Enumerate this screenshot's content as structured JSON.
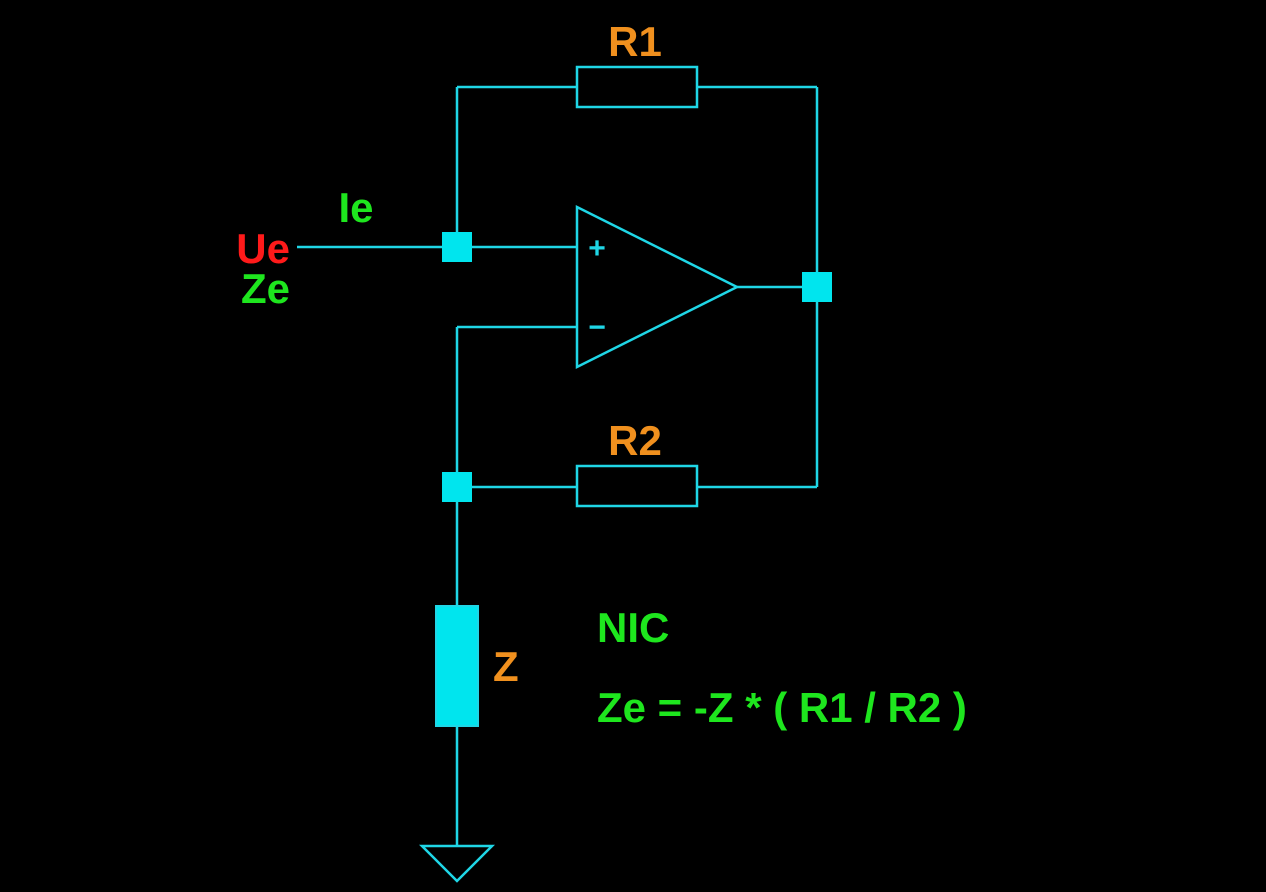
{
  "colors": {
    "background": "#000000",
    "wire": "#1fd6e6",
    "node": "#00e5ee",
    "component_label": "#f0901e",
    "signal_label_red": "#ff1a1a",
    "signal_label_green": "#1ee61e"
  },
  "labels": {
    "r1": "R1",
    "r2": "R2",
    "z": "Z",
    "ie": "Ie",
    "ue": "Ue",
    "ze": "Ze",
    "plus": "+",
    "minus": "−",
    "title": "NIC",
    "formula": "Ze = -Z * ( R1 / R2 )"
  },
  "icons": {
    "opamp": "opamp-triangle",
    "resistor": "resistor-rectangle",
    "ground": "ground-triangle",
    "junction": "junction-square"
  }
}
